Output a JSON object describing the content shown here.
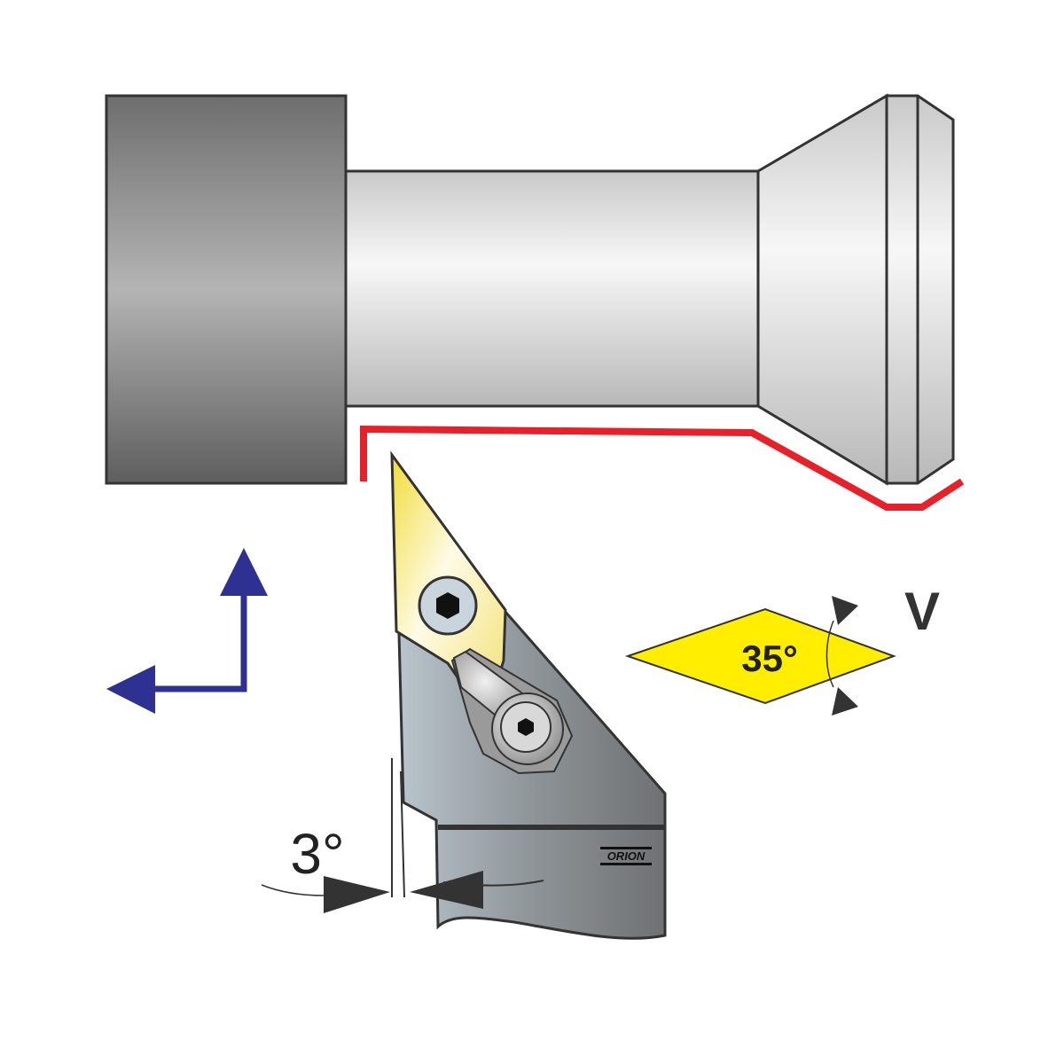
{
  "labels": {
    "insert_angle": "35°",
    "insert_shape_code": "V",
    "clearance_angle": "3°"
  },
  "logo": "ORION",
  "colors": {
    "insert_yellow": "#ffee00",
    "toolpath_red": "#e8202a",
    "axis_arrow_blue": "#2e3192",
    "outline": "#333333"
  }
}
